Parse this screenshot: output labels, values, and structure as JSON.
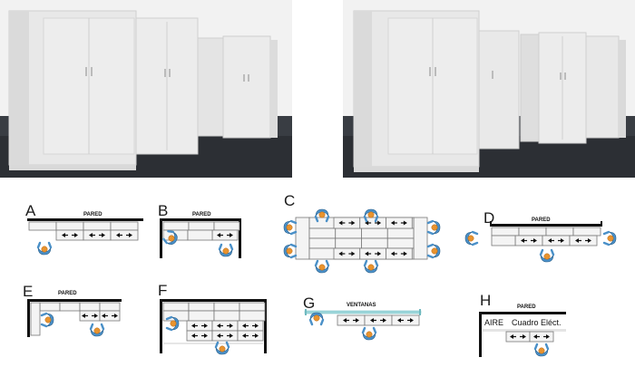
{
  "photos": {
    "left": {
      "alt": ""
    },
    "right": {
      "alt": ""
    }
  },
  "layouts": {
    "A": {
      "letter": "A",
      "wall": "PARED"
    },
    "B": {
      "letter": "B",
      "wall": "PARED"
    },
    "C": {
      "letter": "C"
    },
    "D": {
      "letter": "D",
      "wall": "PARED"
    },
    "E": {
      "letter": "E",
      "wall": "PARED"
    },
    "F": {
      "letter": "F"
    },
    "G": {
      "letter": "G",
      "wall": "VENTANAS"
    },
    "H": {
      "letter": "H",
      "wall": "PARED",
      "label_left": "AIRE",
      "label_right": "Cuadro Eléct."
    }
  },
  "colors": {
    "cabinet_fill": "#f4f4f4",
    "cabinet_stroke": "#777777",
    "person_shirt": "#4a90c8",
    "person_head": "#e8932e",
    "wall": "#111111",
    "window": "#9fd8dc",
    "floor": "#33373c"
  }
}
